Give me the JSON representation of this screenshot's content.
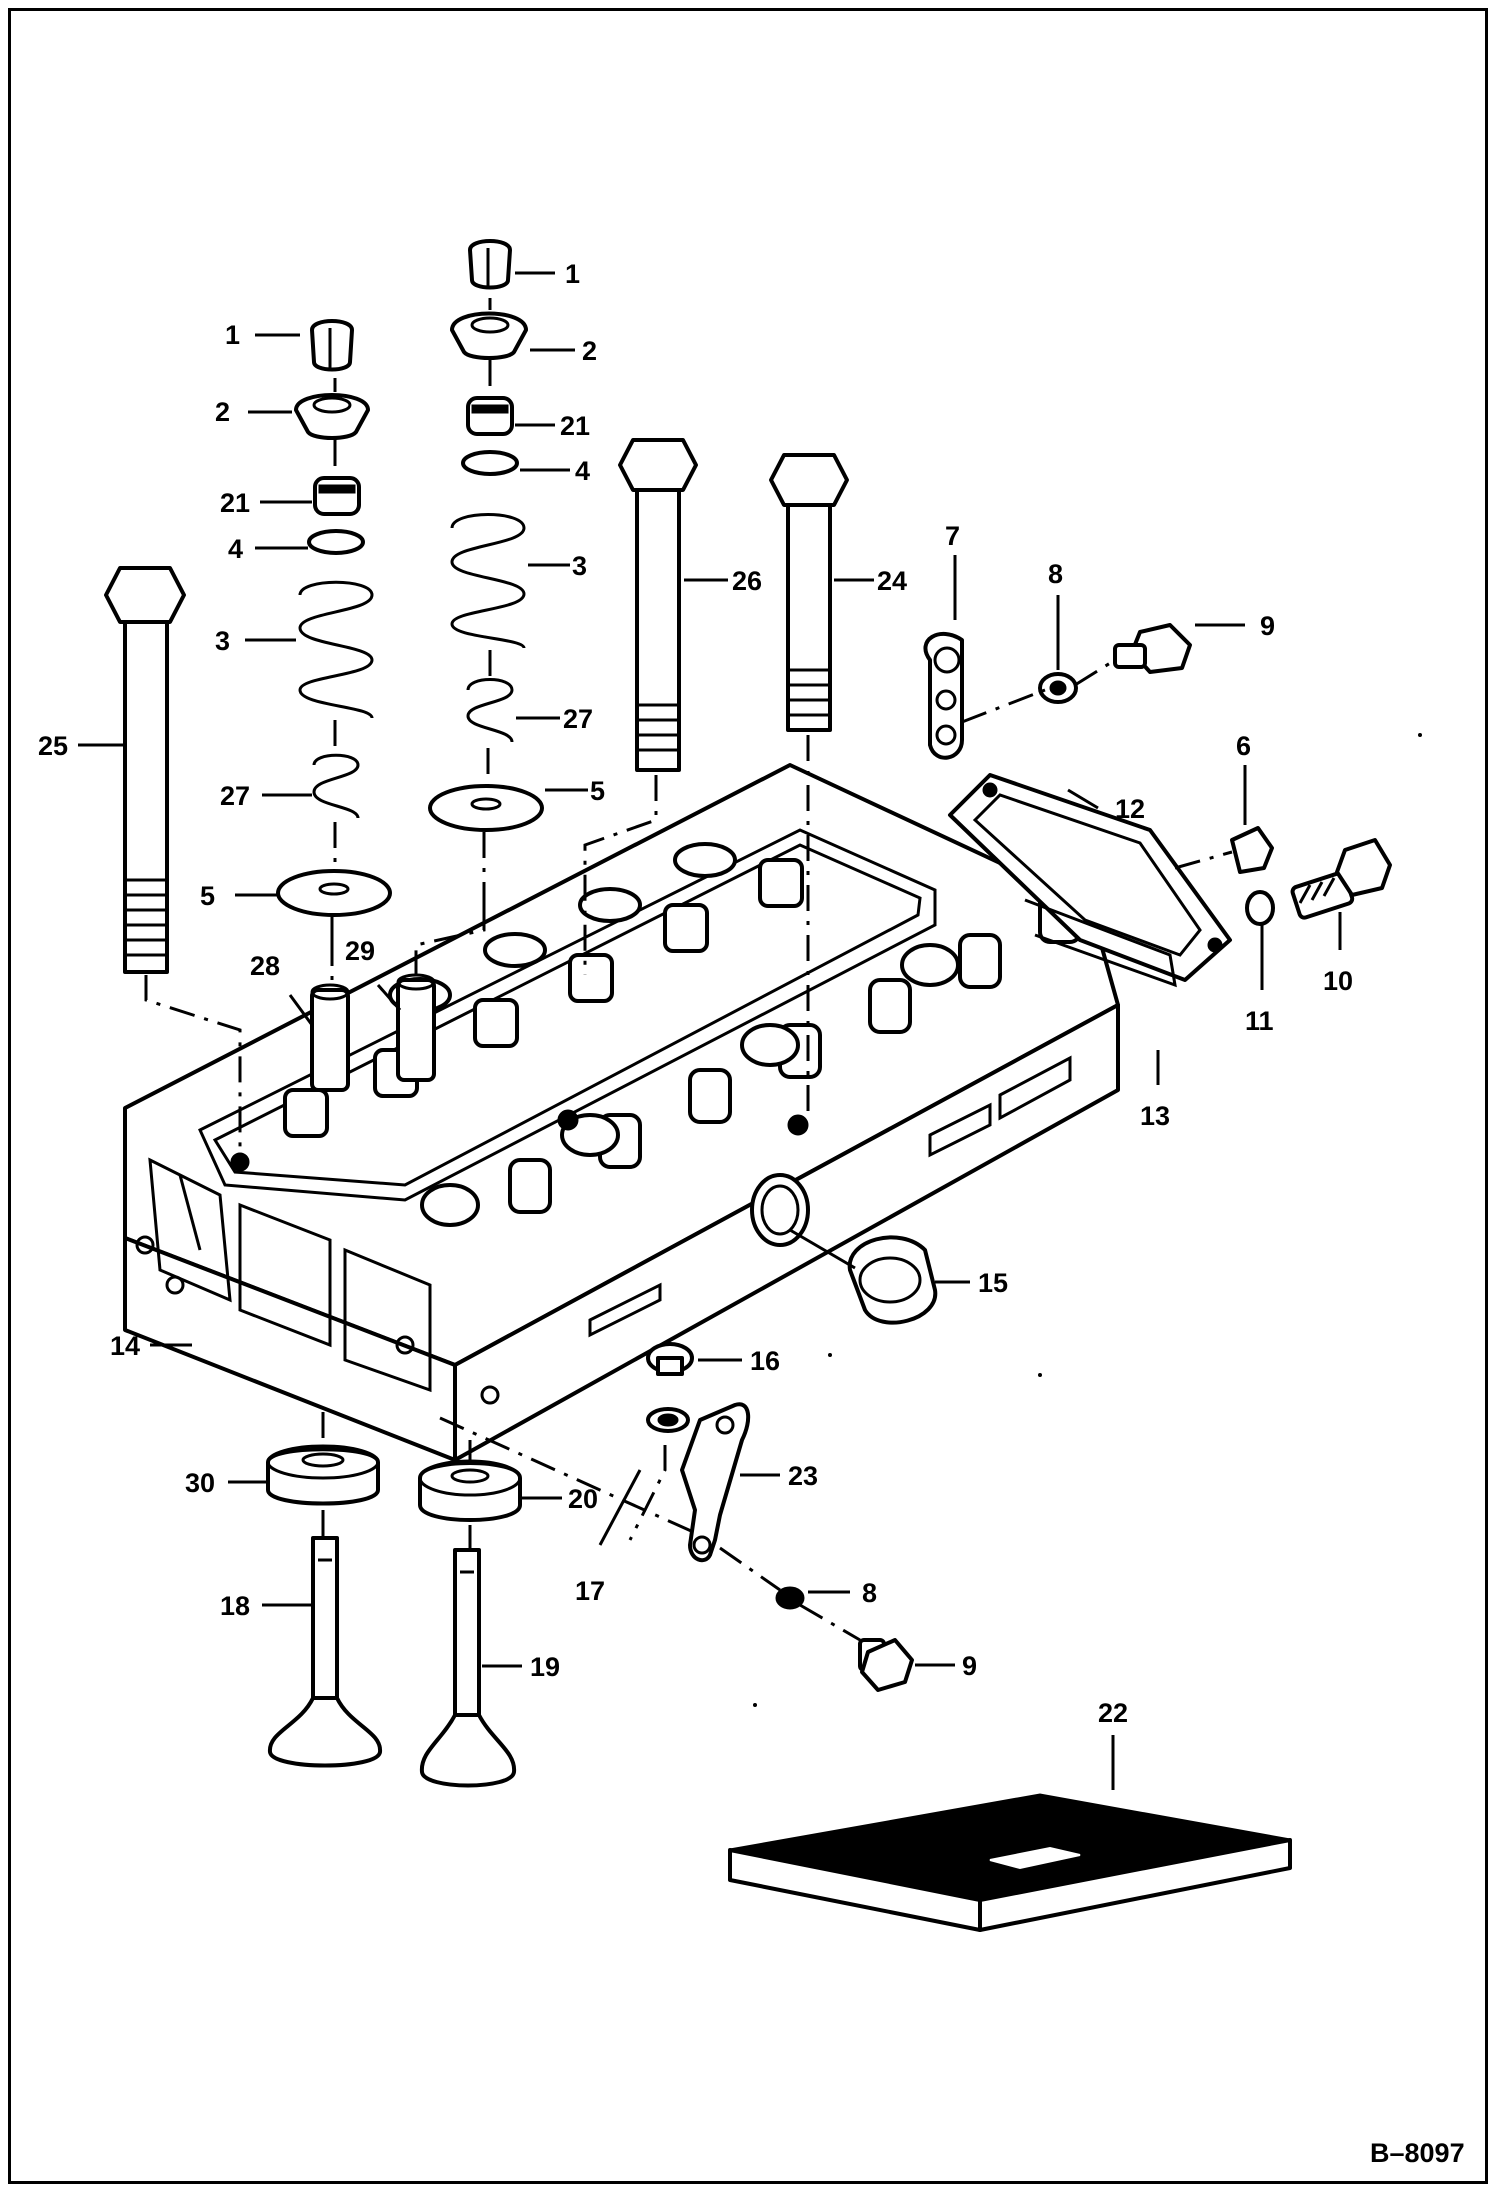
{
  "document": {
    "drawing_number": "B–8097"
  },
  "callouts": [
    {
      "id": "c1a",
      "text": "1"
    },
    {
      "id": "c2a",
      "text": "2"
    },
    {
      "id": "c21a",
      "text": "21"
    },
    {
      "id": "c4a",
      "text": "4"
    },
    {
      "id": "c3a",
      "text": "3"
    },
    {
      "id": "c27a",
      "text": "27"
    },
    {
      "id": "c5a",
      "text": "5"
    },
    {
      "id": "c1b",
      "text": "1"
    },
    {
      "id": "c2b",
      "text": "2"
    },
    {
      "id": "c21b",
      "text": "21"
    },
    {
      "id": "c4b",
      "text": "4"
    },
    {
      "id": "c3b",
      "text": "3"
    },
    {
      "id": "c27b",
      "text": "27"
    },
    {
      "id": "c5b",
      "text": "5"
    },
    {
      "id": "c25",
      "text": "25"
    },
    {
      "id": "c26",
      "text": "26"
    },
    {
      "id": "c24",
      "text": "24"
    },
    {
      "id": "c7",
      "text": "7"
    },
    {
      "id": "c8a",
      "text": "8"
    },
    {
      "id": "c9a",
      "text": "9"
    },
    {
      "id": "c6",
      "text": "6"
    },
    {
      "id": "c12",
      "text": "12"
    },
    {
      "id": "c10",
      "text": "10"
    },
    {
      "id": "c11",
      "text": "11"
    },
    {
      "id": "c13",
      "text": "13"
    },
    {
      "id": "c28",
      "text": "28"
    },
    {
      "id": "c29",
      "text": "29"
    },
    {
      "id": "c15",
      "text": "15"
    },
    {
      "id": "c14",
      "text": "14"
    },
    {
      "id": "c16",
      "text": "16"
    },
    {
      "id": "c17",
      "text": "17"
    },
    {
      "id": "c23",
      "text": "23"
    },
    {
      "id": "c30",
      "text": "30"
    },
    {
      "id": "c20",
      "text": "20"
    },
    {
      "id": "c8b",
      "text": "8"
    },
    {
      "id": "c9b",
      "text": "9"
    },
    {
      "id": "c18",
      "text": "18"
    },
    {
      "id": "c19",
      "text": "19"
    },
    {
      "id": "c22",
      "text": "22"
    }
  ]
}
